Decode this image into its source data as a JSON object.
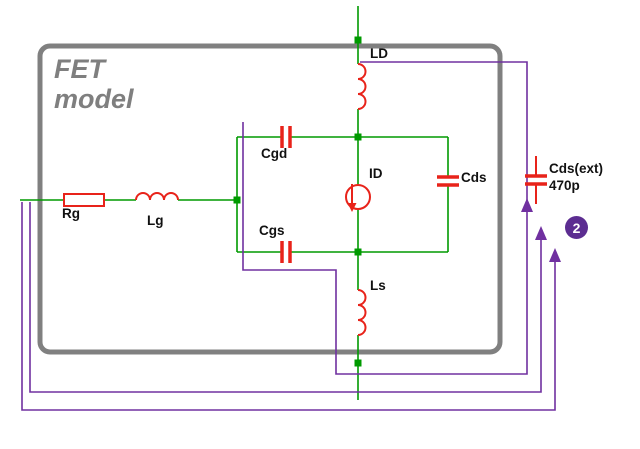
{
  "diagram": {
    "title_line1": "FET",
    "title_line2": "model"
  },
  "labels": {
    "rg": "Rg",
    "lg": "Lg",
    "cgd": "Cgd",
    "cgs": "Cgs",
    "id_source": "ID",
    "cds": "Cds",
    "ld": "LD",
    "ls": "Ls",
    "cds_ext": "Cds(ext)",
    "cds_ext_value": "470p",
    "callout": "2"
  },
  "colors": {
    "wire_green": "#009a00",
    "component_red": "#e8231a",
    "wire_purple": "#7030a0",
    "badge_purple": "#5c2d91",
    "box_gray": "#808080",
    "title_gray": "#7f7f7f",
    "label_color": "#111111",
    "background": "#ffffff"
  }
}
